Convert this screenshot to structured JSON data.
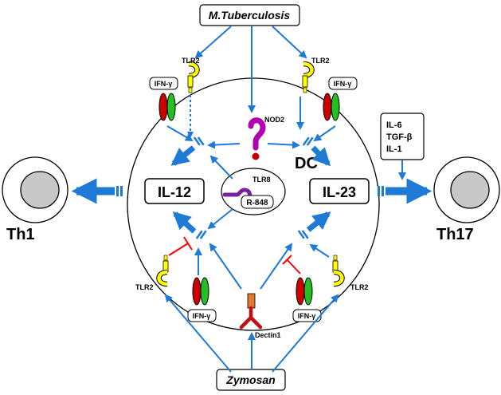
{
  "labels": {
    "mtb": "M.Tuberculosis",
    "zymosan": "Zymosan",
    "dc": "DC",
    "il12": "IL-12",
    "il23": "IL-23",
    "th1": "Th1",
    "th17": "Th17",
    "tlr2": "TLR2",
    "ifng": "IFN-γ",
    "nod2": "NOD2",
    "tlr8": "TLR8",
    "r848": "R-848",
    "dectin1": "Dectin1",
    "cyt_il6": "IL-6",
    "cyt_tgfb": "TGF-β",
    "cyt_il1": "IL-1"
  },
  "colors": {
    "arrow": "#1f7ad6",
    "inhibit": "#ff0000",
    "tlr2": "#ffff00",
    "ifng_red": "#d00000",
    "ifng_green": "#22c020",
    "nod2": "#b000b0",
    "tlr8": "#7a1fa0",
    "dectin": "#e07830",
    "dectin_red": "#c01010",
    "cell_gray": "#c8c8c8"
  }
}
